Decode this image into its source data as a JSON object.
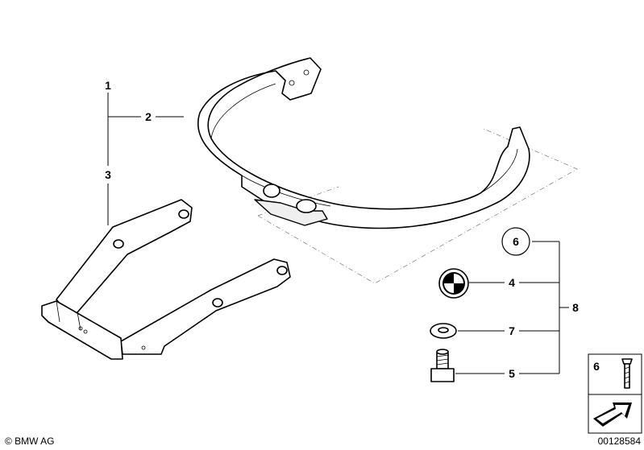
{
  "labels": {
    "p1": "1",
    "p2": "2",
    "p3": "3",
    "p4": "4",
    "p5": "5",
    "p6": "6",
    "p7": "7",
    "p8": "8",
    "legend": "6"
  },
  "footer": {
    "copyright": "© BMW AG",
    "doc_number": "00128584"
  },
  "icons": {
    "callout": "circled-callout-icon",
    "legend": "bolt-direction-icon"
  }
}
